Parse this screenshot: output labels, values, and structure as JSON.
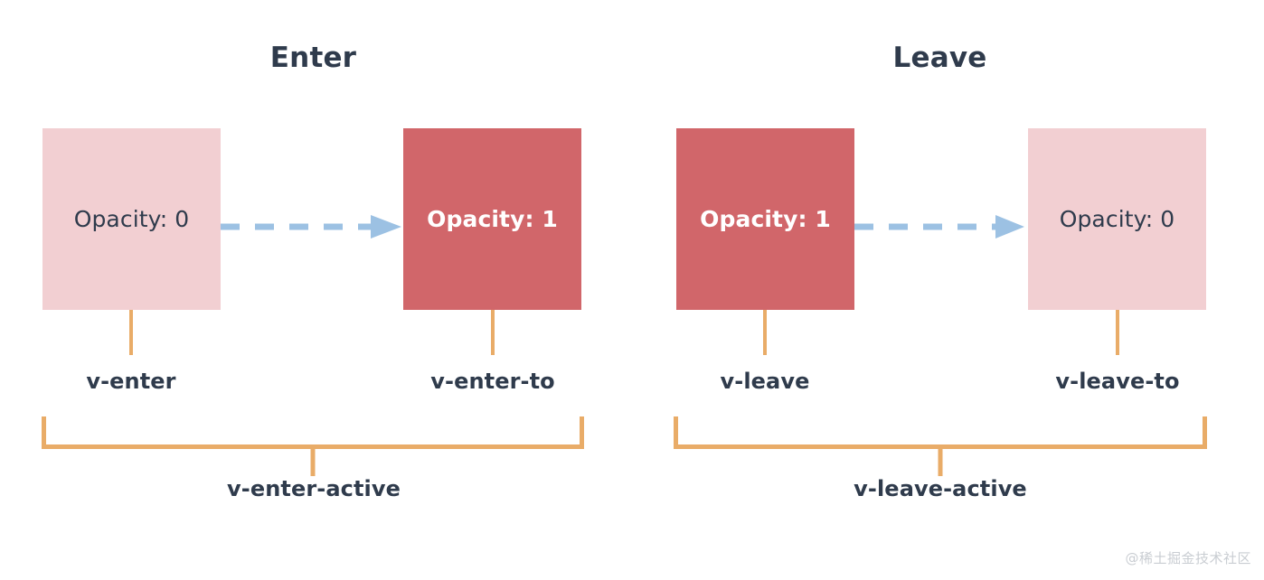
{
  "meta": {
    "watermark": "@稀土掘金技术社区",
    "background_color": "#ffffff"
  },
  "colors": {
    "box_light": "#F2CFD2",
    "box_solid": "#D1666A",
    "connector_orange": "#E9AC68",
    "arrow_blue": "#9CC1E3",
    "text_dark": "#2f3b4c",
    "text_on_solid": "#ffffff",
    "watermark_gray": "#c9cdd2"
  },
  "panels": [
    {
      "id": "enter",
      "title": "Enter",
      "boxes": [
        {
          "id": "enter-start",
          "label": "Opacity: 0",
          "tone": "light",
          "class_name": "v-enter"
        },
        {
          "id": "enter-end",
          "label": "Opacity: 1",
          "tone": "solid",
          "class_name": "v-enter-to"
        }
      ],
      "arrow": {
        "name": "dashed-transition-arrow",
        "style": "dashed",
        "direction": "right",
        "color": "#9CC1E3",
        "dash_count": 5
      },
      "active_class": "v-enter-active",
      "bracket": {
        "name": "enter-active-bracket",
        "orientation": "up",
        "color": "#E9AC68"
      }
    },
    {
      "id": "leave",
      "title": "Leave",
      "boxes": [
        {
          "id": "leave-start",
          "label": "Opacity: 1",
          "tone": "solid",
          "class_name": "v-leave"
        },
        {
          "id": "leave-end",
          "label": "Opacity: 0",
          "tone": "light",
          "class_name": "v-leave-to"
        }
      ],
      "arrow": {
        "name": "dashed-transition-arrow",
        "style": "dashed",
        "direction": "right",
        "color": "#9CC1E3",
        "dash_count": 5
      },
      "active_class": "v-leave-active",
      "bracket": {
        "name": "leave-active-bracket",
        "orientation": "up",
        "color": "#E9AC68"
      }
    }
  ]
}
